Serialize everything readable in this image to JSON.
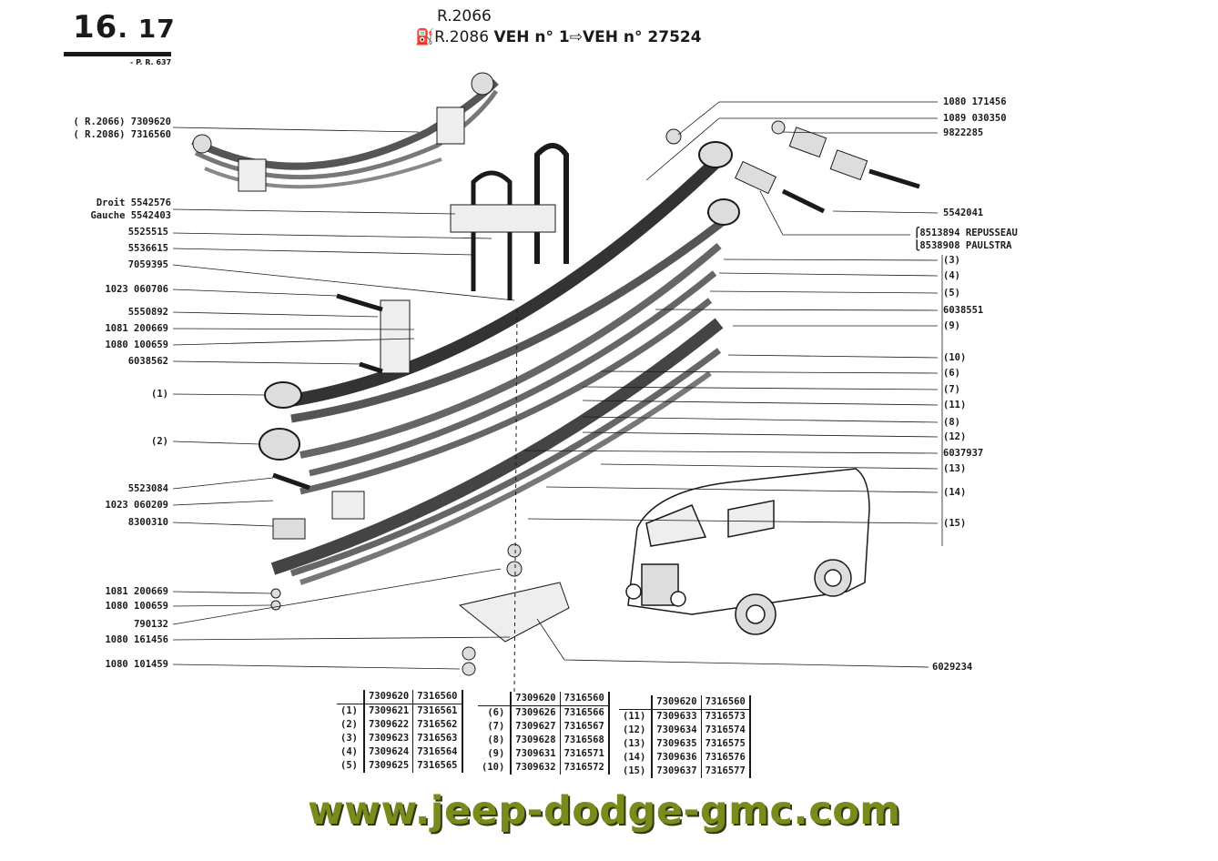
{
  "page": {
    "number": "16",
    "sub": "17",
    "ref": "- P. R. 637"
  },
  "header": {
    "line1": "R.2066",
    "line2_prefix": "R.2086",
    "veh_from": "VEH n° 1",
    "arrow": "⇨",
    "veh_to": "VEH n° 27524"
  },
  "right_labels": [
    "1080 171456",
    "1089 030350",
    "9822285",
    "5542041",
    "8513894 REPUSSEAU",
    "8538908 PAULSTRA",
    "(3)",
    "(4)",
    "(5)",
    "6038551",
    "(9)",
    "(10)",
    "(6)",
    "(7)",
    "(11)",
    "(8)",
    "(12)",
    "6037937",
    "(13)",
    "(14)",
    "(15)",
    "6029234"
  ],
  "left_labels": {
    "r2066": "( R.2066) 7309620",
    "r2086": "( R.2086) 7316560",
    "droit": "Droit    5542576",
    "gauche": "Gauche 5542403",
    "l1": "5525515",
    "l2": "5536615",
    "l3": "7059395",
    "l4": "1023 060706",
    "l5": "5550892",
    "l6": "1081 200669",
    "l7": "1080 100659",
    "l8": "6038562",
    "l9": "(1)",
    "l10": "(2)",
    "l11": "5523084",
    "l12": "1023 060209",
    "l13": "8300310",
    "l14": "1081 200669",
    "l15": "1080 100659",
    "l16": "790132",
    "l17": "1080 161456",
    "l18": "1080 101459"
  },
  "tables": [
    {
      "head": [
        "7309620",
        "7316560"
      ],
      "rows": [
        [
          "(1)",
          "7309621",
          "7316561"
        ],
        [
          "(2)",
          "7309622",
          "7316562"
        ],
        [
          "(3)",
          "7309623",
          "7316563"
        ],
        [
          "(4)",
          "7309624",
          "7316564"
        ],
        [
          "(5)",
          "7309625",
          "7316565"
        ]
      ]
    },
    {
      "head": [
        "7309620",
        "7316560"
      ],
      "rows": [
        [
          "(6)",
          "7309626",
          "7316566"
        ],
        [
          "(7)",
          "7309627",
          "7316567"
        ],
        [
          "(8)",
          "7309628",
          "7316568"
        ],
        [
          "(9)",
          "7309631",
          "7316571"
        ],
        [
          "(10)",
          "7309632",
          "7316572"
        ]
      ]
    },
    {
      "head": [
        "7309620",
        "7316560"
      ],
      "rows": [
        [
          "(11)",
          "7309633",
          "7316573"
        ],
        [
          "(12)",
          "7309634",
          "7316574"
        ],
        [
          "(13)",
          "7309635",
          "7316575"
        ],
        [
          "(14)",
          "7309636",
          "7316576"
        ],
        [
          "(15)",
          "7309637",
          "7316577"
        ]
      ]
    }
  ],
  "watermark": "www.jeep-dodge-gmc.com"
}
